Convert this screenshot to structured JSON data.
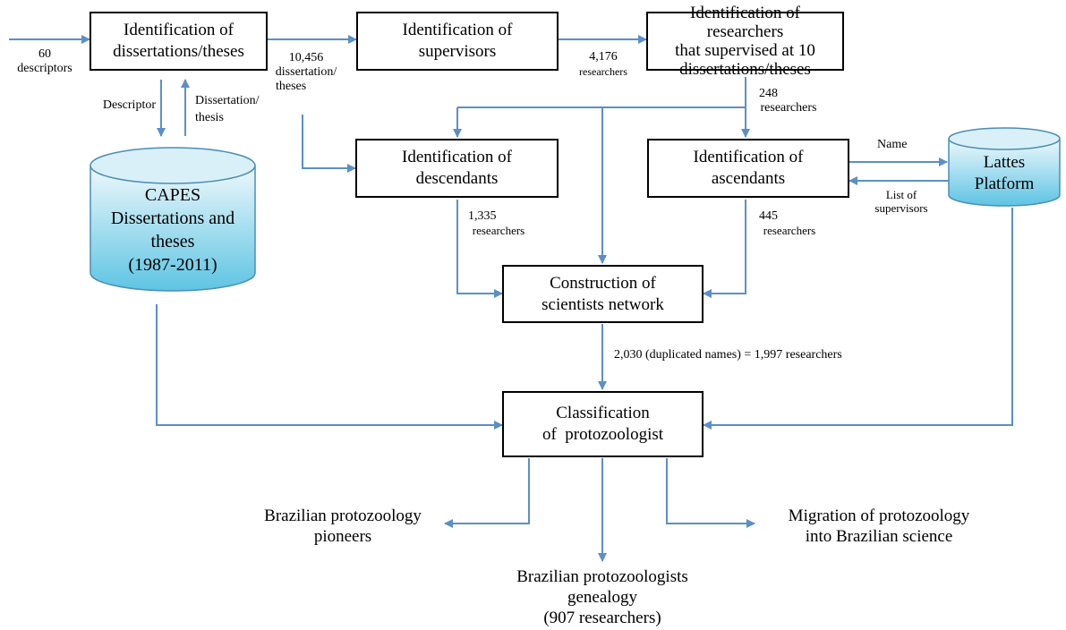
{
  "colors": {
    "arrow": "#5b8fc7",
    "cylinder_fill_top": "#e8f6fb",
    "cylinder_fill_bottom": "#5ec4e3",
    "box_border": "#000000"
  },
  "boxes": {
    "identification_dissertations": [
      "Identification of",
      "dissertations/theses"
    ],
    "identification_supervisors": [
      "Identification of",
      "supervisors"
    ],
    "identification_researchers": [
      "Identification of researchers",
      "that supervised at 10",
      "dissertations/theses"
    ],
    "identification_descendants": [
      "Identification of",
      "descendants"
    ],
    "identification_ascendants": [
      "Identification of",
      "ascendants"
    ],
    "construction_network": [
      "Construction of",
      "scientists network"
    ],
    "classification": [
      "Classification",
      "of  protozoologist"
    ]
  },
  "databases": {
    "capes": [
      "CAPES",
      "Dissertations and",
      "theses",
      "(1987-2011)"
    ],
    "lattes": [
      "Lattes",
      "Platform"
    ]
  },
  "labels": {
    "descriptors": [
      "60",
      "descriptors"
    ],
    "dissertation_theses_count": [
      "10,456",
      "dissertation/",
      "theses"
    ],
    "supervisors_count": [
      "4,176",
      "researchers"
    ],
    "descriptor": "Descriptor",
    "dissertation_thesis": [
      "Dissertation/",
      "thesis"
    ],
    "researchers_248": [
      "248",
      "researchers"
    ],
    "name": "Name",
    "list_of_supervisors": [
      "List of",
      "supervisors"
    ],
    "researchers_1335": [
      "1,335",
      "researchers"
    ],
    "researchers_445": [
      "445",
      "researchers"
    ],
    "network_count": "2,030 (duplicated names) = 1,997 researchers"
  },
  "outputs": {
    "pioneers": [
      "Brazilian protozoology",
      "pioneers"
    ],
    "genealogy": [
      "Brazilian protozoologists",
      "genealogy",
      "(907 researchers)"
    ],
    "migration": [
      "Migration of protozoology",
      "into Brazilian science"
    ]
  }
}
